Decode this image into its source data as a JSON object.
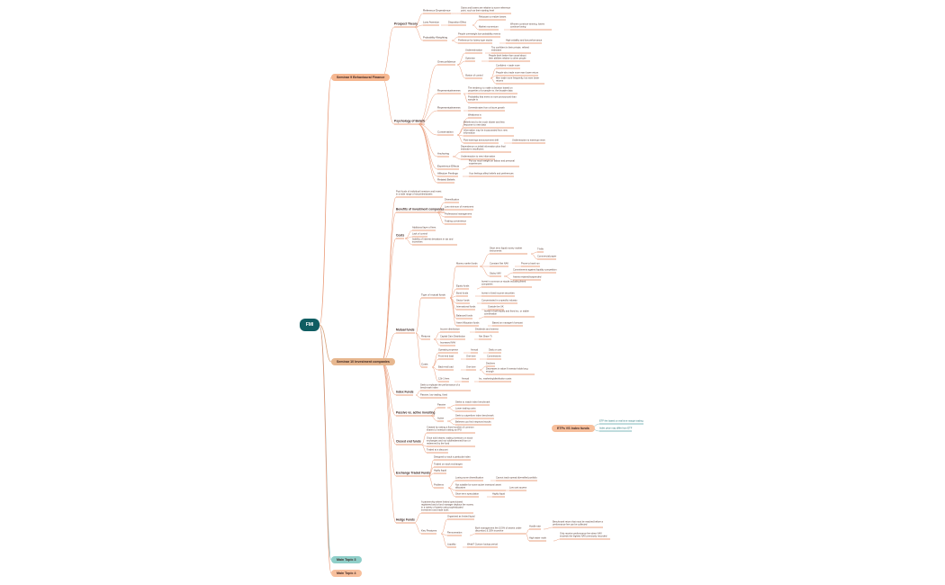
{
  "root": {
    "label": "FMI"
  },
  "main_topics": {
    "t1": "Seminar 9 Behavioural Finance",
    "t2": "Seminar 10 Investment companies",
    "t3": "Main Topic 3",
    "t4": "Main Topic 4"
  },
  "floating": {
    "etf": "ETFs VS Index funds",
    "etf_a": "ETF fee based on real time margin trading",
    "etf_b": "Index price may differ from ETF"
  },
  "s9": {
    "prospect": "Prospect Theory",
    "ref_dep": "Reference Dependence",
    "ref_dep_1": "Gains and losses are relative to some reference point, such as their starting level",
    "loss_av": "Loss Aversion",
    "disp": "Disposition Effect",
    "disp_1": "Reluctant to realize losses",
    "disp_2": "Market momentum",
    "disp_2a": "Winners continue winning, losers continue losing",
    "prob_w": "Probability Weighting",
    "prob_w1": "People overweight low-probability events",
    "prob_w2": "Preference for lottery-type stocks",
    "prob_w2a": "High volatility and low performance",
    "psych": "Psychology of Beliefs",
    "overconf": "Overconfidence",
    "oc_und": "Underestimation",
    "oc_und1": "Too confident in their private, refined estimates",
    "oc_opt": "Optimism",
    "oc_opt1": "People think better than usual about their abilities relative to other people",
    "oc_ill": "Illusion of control",
    "oc_ill1": "Confident + trade more",
    "oc_ill2": "People who trade more earn lower return",
    "oc_ill3": "Men trade more frequently, but earn lower returns",
    "rep": "Representativeness",
    "rep1": "The tendency to make a decision based on properties of a sample vs. the broader data",
    "rep2": "Probability that event is more pronounced than sample is",
    "rep_ext": "Representativeness",
    "rep_ext1": "Overestimates from a future growth",
    "cons": "Conservatism",
    "cons1": "Weakness is",
    "cons2": "Beliefs tend to be much slower and less response to new data",
    "cons3": "Information may be incorporated from new information",
    "cons4": "Post-earnings announcement drift",
    "cons4a": "Underreaction to earnings news",
    "anch": "Anchoring",
    "anch1": "Dependence on initial information plus final estimate is insufficient",
    "anch2": "Underreaction to new information",
    "exp": "Experience Effects",
    "exp1": "Put too much weight on labour and personal experiences",
    "aff": "Affective Feelings",
    "aff1": "Your feelings affect beliefs and preferences",
    "related": "Related Beliefs"
  },
  "s10": {
    "intro": "Pool funds of individual investors and invest in a wide range of securities/assets",
    "benefits": "Benefits of investment companies",
    "b1": "Diversification",
    "b2": "Low minimum of investment",
    "b3": "Professional management",
    "b4": "Trading convenience",
    "costs": "Costs",
    "c1": "Additional layer of fees",
    "c2": "Lack of control",
    "c3": "Inability of interest deviations in tax and incentives",
    "mf": "Mutual funds",
    "types": "Type of mutual funds",
    "mm": "Money market funds",
    "mm1": "Short term liquid money market instruments",
    "mm1a": "T-bills",
    "mm1b": "Commercial paper",
    "mm2": "Constant Net NAV",
    "mm2a": "Prone to bank run",
    "mm3": "Sticky NAV",
    "mm3a": "Commitments against liquidity competition",
    "mm3b": "Assets retained/suspended",
    "eq": "Equity funds",
    "eq1": "Invest in common or stocks including listed companies",
    "bond": "Bond funds",
    "bond1": "Invest in fixed income securities",
    "sector": "Sector funds",
    "sector1": "Concentrated in a specific industry",
    "intl": "International funds",
    "intl1": "Outside the UK",
    "bal": "Balanced funds",
    "bal1": "Invest in both equity and fixed inc. or stable combination",
    "asset": "Asset Allocation funds",
    "asset1": "Based on manager's forecast",
    "returns": "Returns",
    "r1": "Income distribution",
    "r1a": "Dividends and interest",
    "r2": "Capital Gain Distribution",
    "r2a": "Net Share Ti",
    "r3": "Increased NAV",
    "costs2": "Costs",
    "oe": "Operating expense",
    "oe1": "Annual",
    "oe1a": "Daily or cost",
    "fe": "Front-end load",
    "fe1": "One time",
    "fe1a": "Commissions",
    "be": "Back-end load",
    "be1": "One time",
    "be1a": "Declines",
    "be1b": "Decreases in value if investor holds long enough",
    "b12": "12b-1 fees",
    "b12a": "Annual",
    "b12b": "Inc. marketing/distribution costs",
    "index": "Index Funds",
    "index1": "Seek to replicate the performance of a benchmark index",
    "index2": "Passive, low trading, fixed",
    "active": "Passive vs. active investing",
    "active1": "Passive",
    "active1a": "Seeks to match index benchmark",
    "active1b": "Lower trading costs",
    "active2": "Active",
    "active2a": "Seek to outperform index benchmark",
    "active2b": "Believes you find mispriced stocks",
    "closed": "Closed end funds",
    "closed1": "Created by raising a fixed number of common shares to investors raising an IPO",
    "closed2": "Once sold shares, trading investors on stock exchanges and not sold/redeemed from or redeemed by the fund",
    "closed3": "Traded at a discount",
    "etf": "Exchange Traded Funds",
    "etf1": "Designed to track a particular index",
    "etf2": "Traded on stock exchanges",
    "etf3": "Highly liquid",
    "etf4": "Problems",
    "etf4a": "Losing some diversification",
    "etf4a1": "Cannot track spread diversified portfolio",
    "etf4b": "Not suitable for some active investors/ asset allocators",
    "etf4b1": "Low cost access",
    "etf4c": "Short-term speculation",
    "etf4c1": "Highly liquid",
    "hedge": "Hedge Funds",
    "hedge1": "A partnership where limited open/closed registered and a fund manager deploys the money in a variety of assets using sophisticated investment and trade tools",
    "features": "Key Features",
    "f1": "Organized as limited liquid",
    "f2": "Remuneration",
    "f2a": "Both management fee (0.5% of assets under discretion) & 20% incentive",
    "f2b": "Hurdle rate",
    "f2b1": "Benchmark return that must be reached before a performance fee can be collected",
    "f2c": "High water mark",
    "f2c1": "Only receive performance fee when NAV exceeds the highest NAV previously recorded",
    "f3": "Liquidity",
    "f3a": "Weak? Custom lockup period"
  }
}
